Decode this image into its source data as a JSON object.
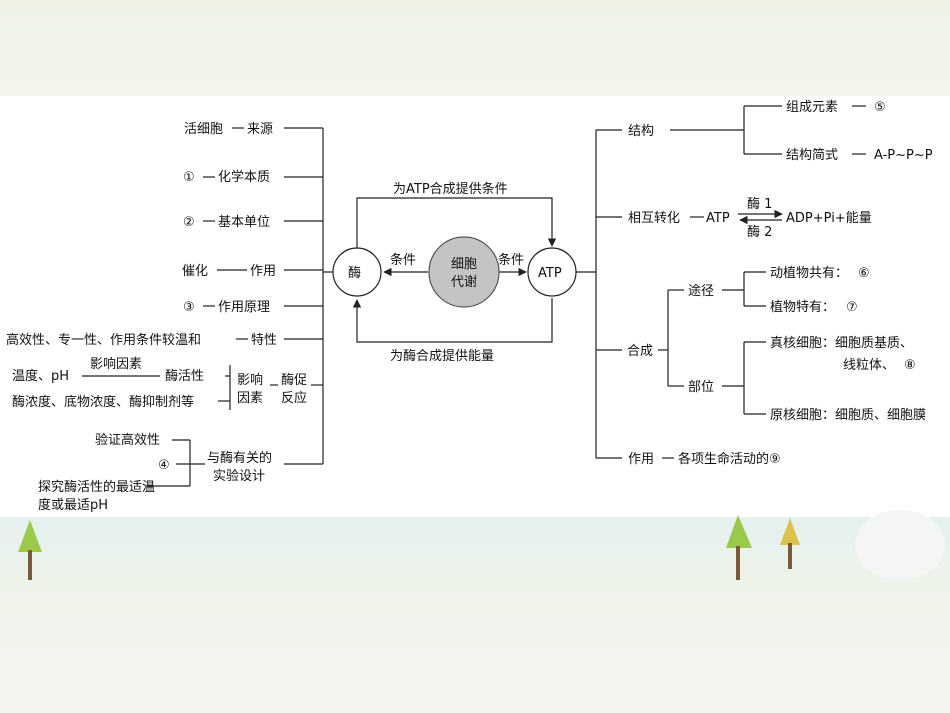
{
  "center": {
    "line1": "细胞",
    "line2": "代谢"
  },
  "enzyme_node": "酶",
  "atp_node": "ATP",
  "condition_left": "条件",
  "condition_right": "条件",
  "top_arrow": "为ATP合成提供条件",
  "bottom_arrow": "为酶合成提供能量",
  "left": {
    "source": {
      "term": "活细胞",
      "label": "来源"
    },
    "nature": {
      "term": "①",
      "label": "化学本质"
    },
    "unit": {
      "term": "②",
      "label": "基本单位"
    },
    "function": {
      "term": "催化",
      "label": "作用"
    },
    "principle": {
      "term": "③",
      "label": "作用原理"
    },
    "property": {
      "term": "高效性、专一性、作用条件较温和",
      "label": "特性"
    },
    "factor_ph": "温度、pH",
    "factor_label": "影响因素",
    "activity": "酶活性",
    "conc": "酶浓度、底物浓度、酶抑制剂等",
    "influence1": "影响",
    "influence2": "因素",
    "promote1": "酶促",
    "promote2": "反应",
    "verify": "验证高效性",
    "four": "④",
    "explore1": "探究酶活性的最适温",
    "explore2": "度或最适pH",
    "experiment1": "与酶有关的",
    "experiment2": "实验设计"
  },
  "right": {
    "structure": "结构",
    "composition": {
      "label": "组成元素",
      "value": "⑤"
    },
    "formula": {
      "label": "结构简式",
      "value": "A-P~P~P"
    },
    "conversion": "相互转化",
    "atp": "ATP",
    "enzyme1": "酶 1",
    "enzyme2": "酶 2",
    "products": "ADP+Pi+能量",
    "synthesis": "合成",
    "pathway": "途径",
    "both": {
      "label": "动植物共有：",
      "value": "⑥"
    },
    "plant": {
      "label": "植物特有：",
      "value": "⑦"
    },
    "site": "部位",
    "eukaryote": {
      "label": "真核细胞：细胞质基质、",
      "line2": "线粒体、",
      "value": "⑧"
    },
    "prokaryote": "原核细胞：细胞质、细胞膜",
    "function": "作用",
    "function_text": "各项生命活动的⑨"
  }
}
